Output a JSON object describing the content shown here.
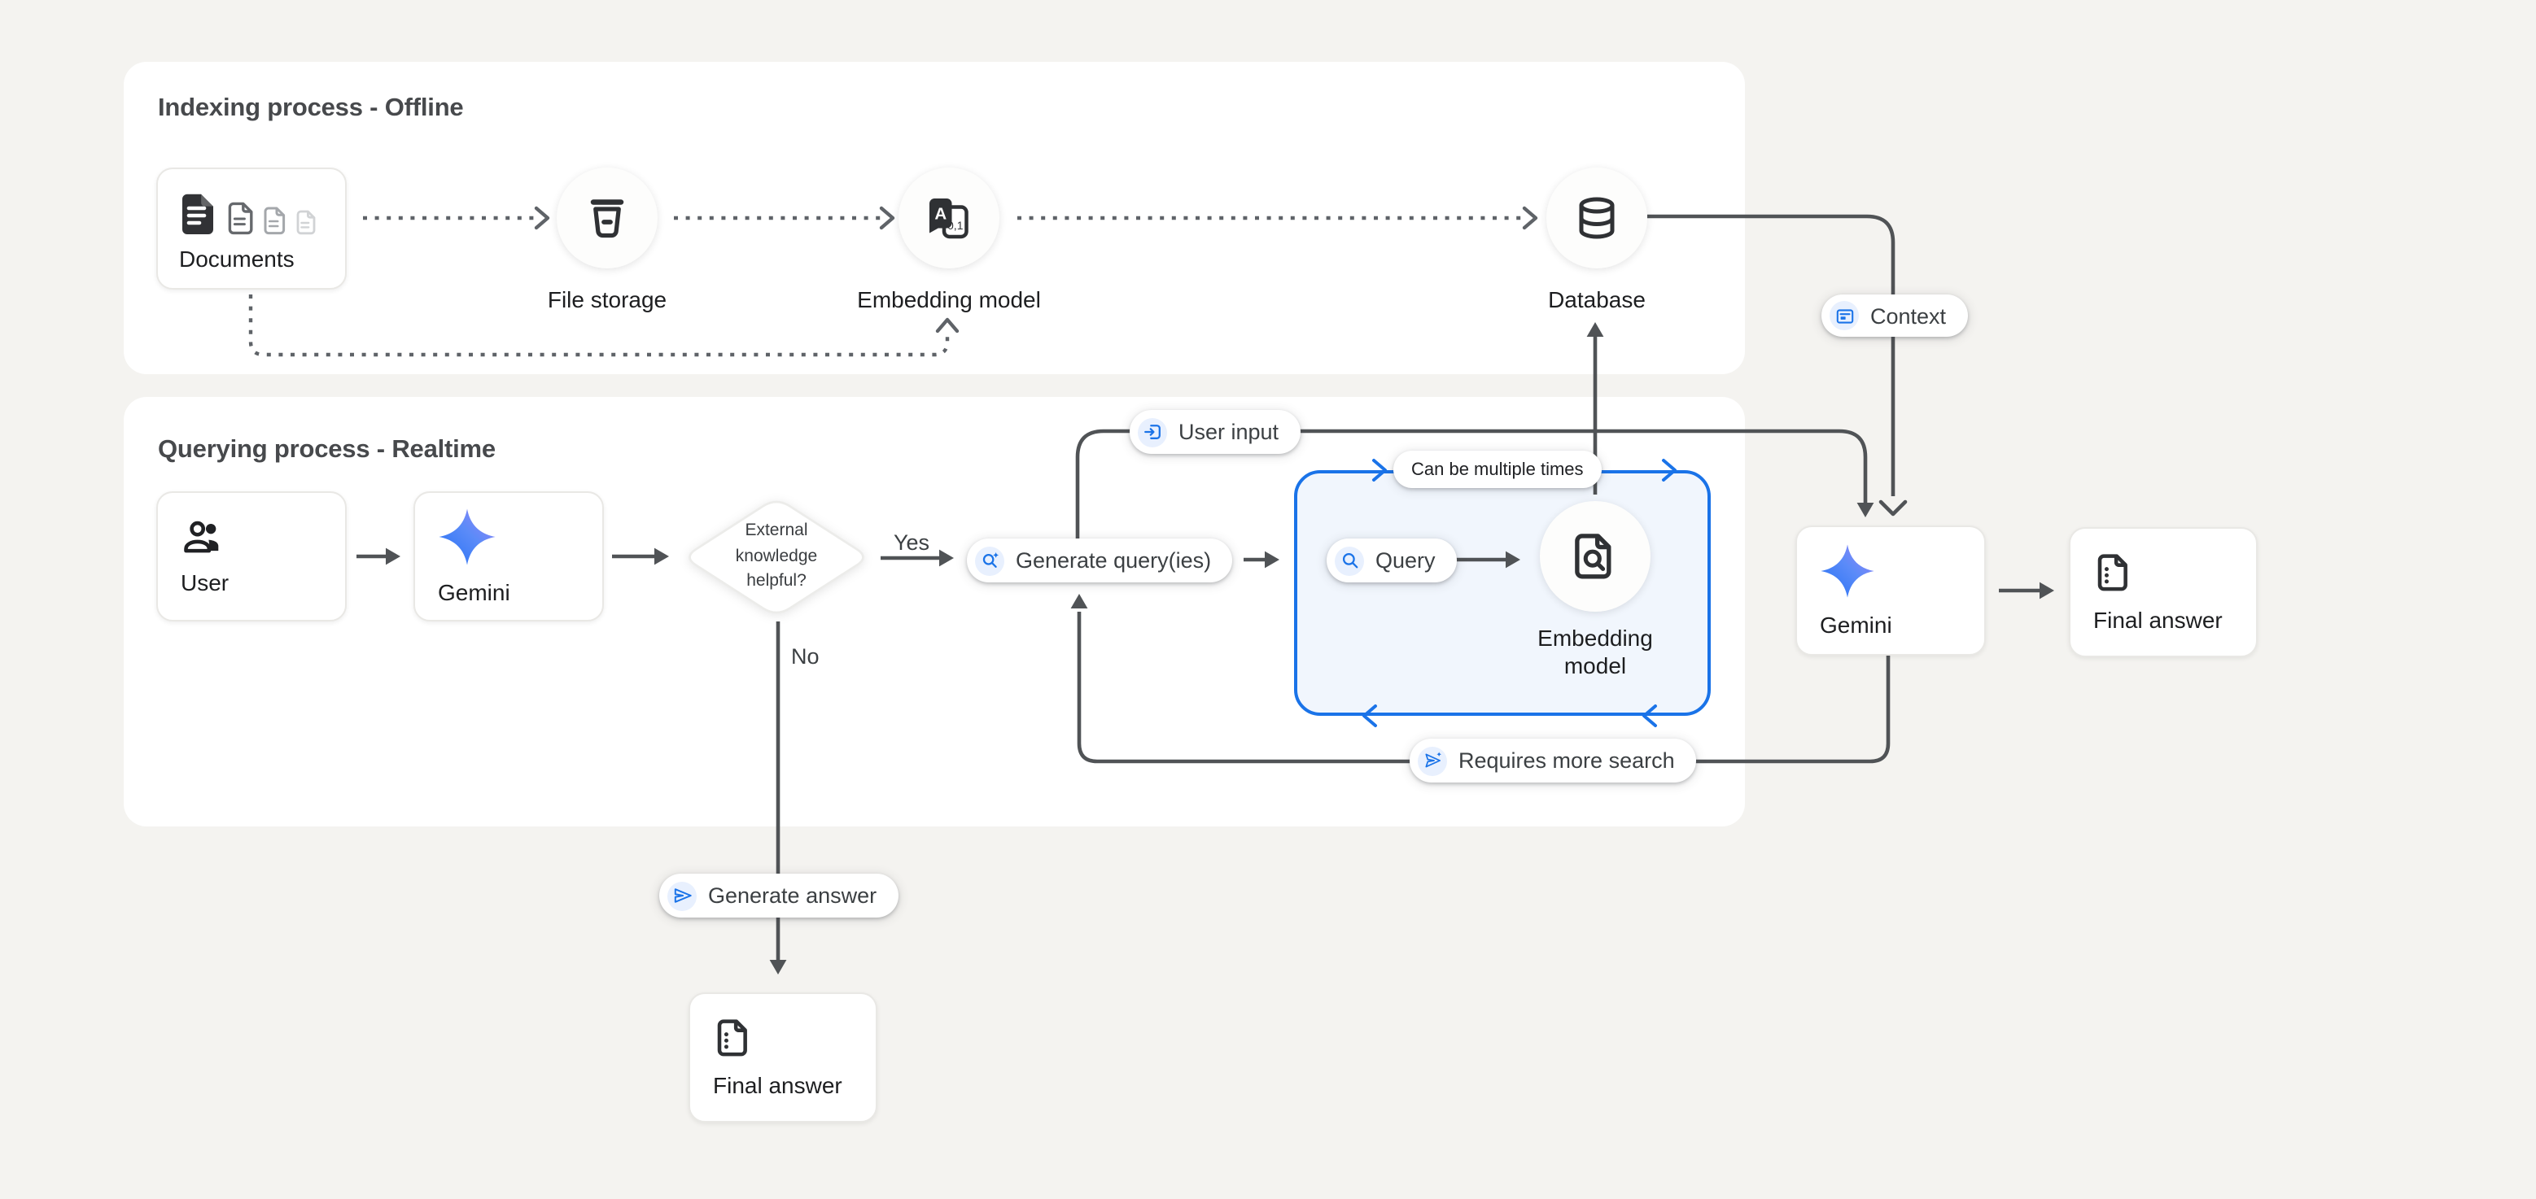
{
  "diagram": {
    "subject": "Retrieval augmented generation with Gemini"
  },
  "colors": {
    "background": "#f4f3f0",
    "panel": "#ffffff",
    "connector": "#505356",
    "dashed_connector": "#5f6368",
    "accent_blue": "#1a73e8",
    "accent_blue_light": "#e8f0fe",
    "loop_box_fill": "#f1f6fd",
    "text_primary": "#1d1e20",
    "text_title": "#47494c"
  },
  "panels": {
    "indexing": {
      "title": "Indexing process - Offline"
    },
    "querying": {
      "title": "Querying process - Realtime"
    }
  },
  "nodes": {
    "documents": {
      "label": "Documents",
      "icon": "documents-stack-icon"
    },
    "file_storage": {
      "label": "File storage",
      "icon": "storage-bucket-icon"
    },
    "embedding_model_top": {
      "label": "Embedding model",
      "icon": "translate-embedding-icon"
    },
    "database": {
      "label": "Database",
      "icon": "database-icon"
    },
    "user": {
      "label": "User",
      "icon": "users-icon"
    },
    "gemini": {
      "label": "Gemini",
      "icon": "gemini-star-icon"
    },
    "decision": {
      "line1": "External",
      "line2": "knowledge",
      "line3": "helpful?"
    },
    "embedding_model_query": {
      "line1": "Embedding",
      "line2": "model",
      "icon": "document-search-icon"
    },
    "gemini_final": {
      "label": "Gemini",
      "icon": "gemini-star-icon"
    },
    "final_answer_right": {
      "label": "Final answer",
      "icon": "document-summary-icon"
    },
    "final_answer_bottom": {
      "label": "Final answer",
      "icon": "document-summary-icon"
    }
  },
  "pills": {
    "user_input": {
      "label": "User input",
      "icon": "input-arrow-icon"
    },
    "context": {
      "label": "Context",
      "icon": "context-article-icon"
    },
    "generate_queries": {
      "label": "Generate query(ies)",
      "icon": "search-sparkle-icon"
    },
    "query": {
      "label": "Query",
      "icon": "search-icon"
    },
    "requires_more_search": {
      "label": "Requires more search",
      "icon": "send-sparkle-icon"
    },
    "generate_answer": {
      "label": "Generate answer",
      "icon": "send-icon"
    }
  },
  "edge_labels": {
    "yes": "Yes",
    "no": "No",
    "loop_note": "Can be multiple times"
  }
}
